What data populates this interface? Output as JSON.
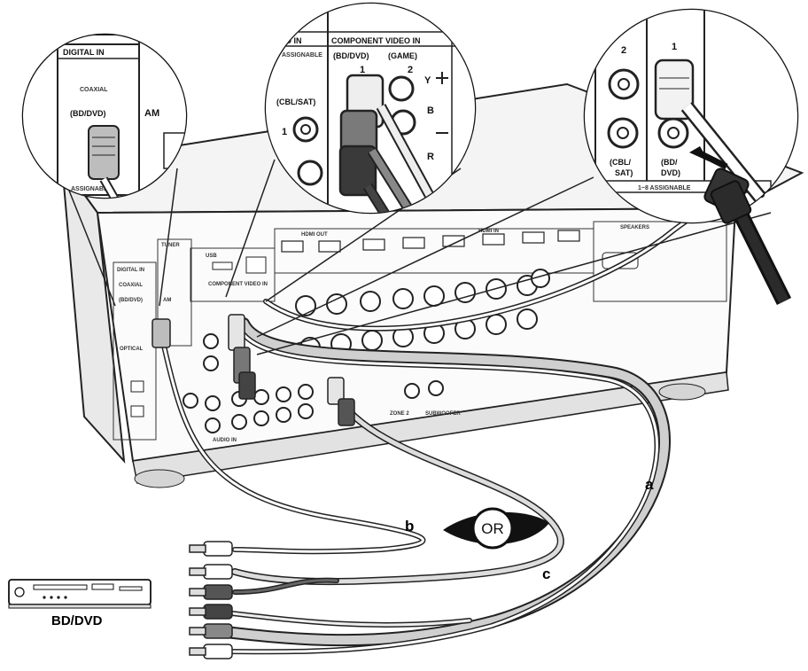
{
  "receiver_panel": {
    "digital_in": "DIGITAL IN",
    "coaxial": "COAXIAL",
    "bd_dvd": "(BD/DVD)",
    "tuner_am": "AM",
    "optical": "OPTICAL",
    "tuner": "TUNER",
    "usb": "USB",
    "hdmi_out": "HDMI OUT",
    "hdmi_in": "HDMI IN",
    "component_video_in": "COMPONENT VIDEO IN",
    "audio_in": "AUDIO IN",
    "subwoofer": "SUBWOOFER",
    "zone2": "ZONE 2",
    "speakers": "SPEAKERS"
  },
  "zoom_left": {
    "title": "DIGITAL IN",
    "coaxial": "COAXIAL",
    "bd_dvd": "(BD/DVD)",
    "am": "AM",
    "assignable": "ASSIGNABLE"
  },
  "zoom_center": {
    "video_in": "O IN",
    "title": "COMPONENT VIDEO IN",
    "assignable": "ASSIGNABLE",
    "bd_dvd": "(BD/DVD)",
    "game": "(GAME)",
    "num1": "1",
    "num2": "2",
    "cbl_sat": "(CBL/SAT)",
    "side_1": "1",
    "y": "Y",
    "b": "B",
    "r": "R"
  },
  "zoom_right": {
    "num2": "2",
    "num1": "1",
    "cbl": "(CBL/",
    "sat": "SAT)",
    "bd": "(BD/",
    "dvd": "DVD)",
    "assignable": "1~8 ASSIGNABLE"
  },
  "cable_labels": {
    "a": "a",
    "b": "b",
    "c": "c",
    "or": "OR"
  },
  "device": {
    "label": "BD/DVD"
  }
}
